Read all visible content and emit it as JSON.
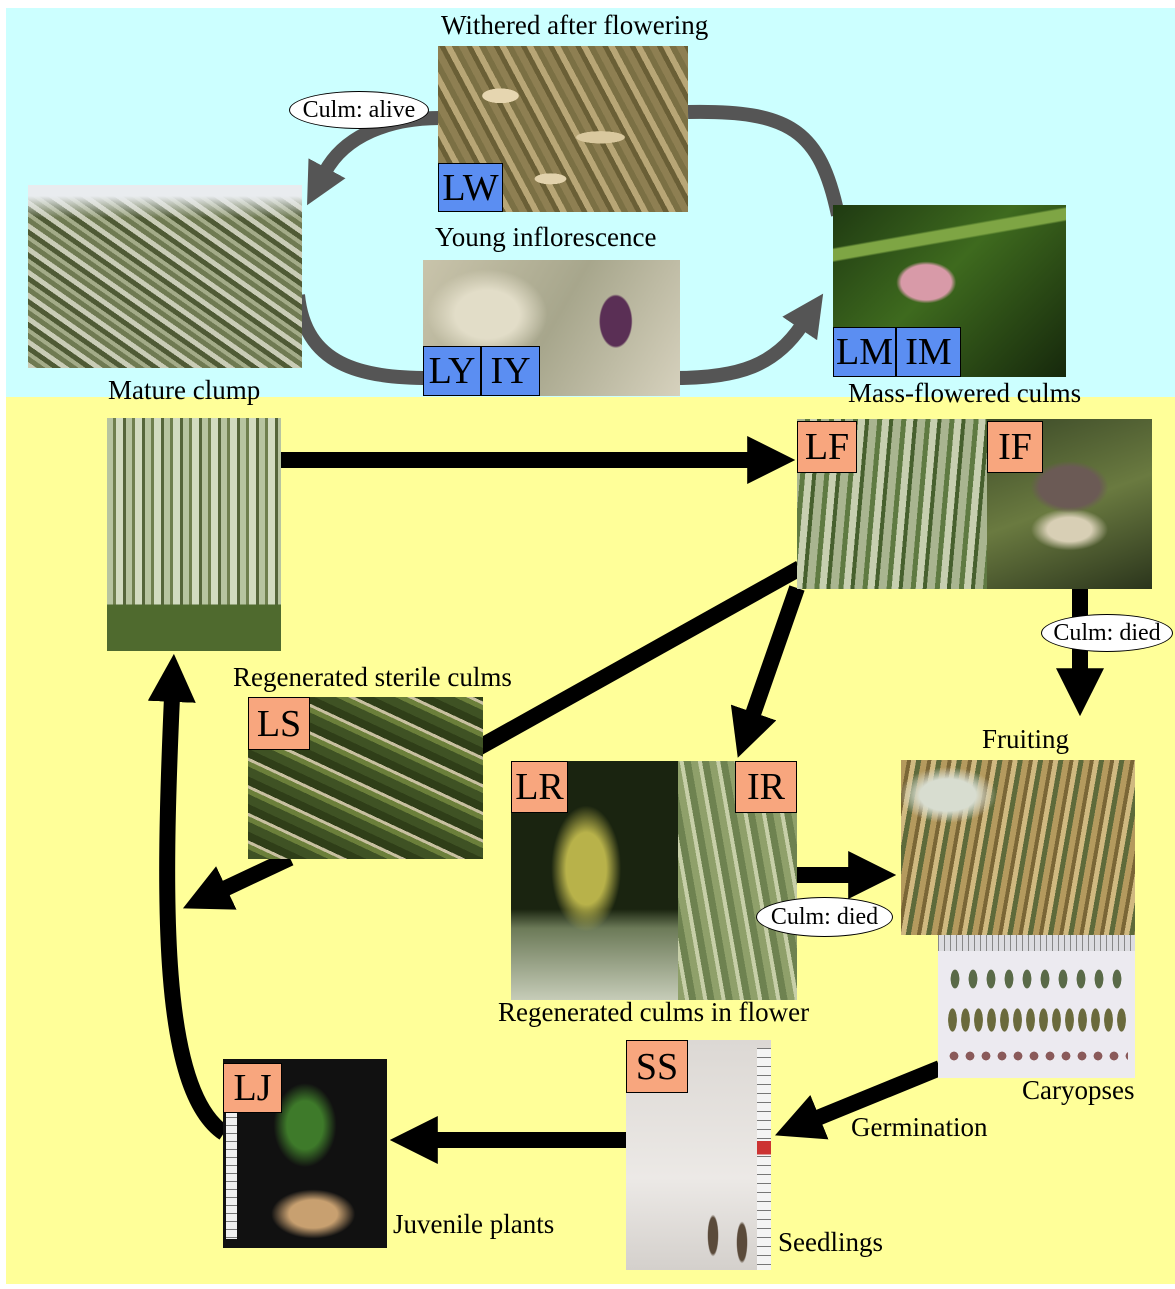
{
  "colors": {
    "top_band": "#ccffff",
    "bottom_band": "#ffff99",
    "code_blue": "#5b8ef2",
    "code_orange": "#f8a67e",
    "arrow_gray": "#555555",
    "arrow_black": "#000000"
  },
  "top_cycle": {
    "withered": {
      "title": "Withered after flowering",
      "code": "LW"
    },
    "culm_alive": "Culm: alive",
    "young_inflorescence": {
      "title": "Young inflorescence",
      "codes": [
        "LY",
        "IY"
      ]
    },
    "mature_clump": {
      "title": "Mature clump"
    },
    "mass_flowered": {
      "title": "Mass-flowered culms",
      "codes": [
        "LM",
        "IM"
      ]
    }
  },
  "bottom_cycle": {
    "mass_flowered_codes": [
      "LF",
      "IF"
    ],
    "culm_died_after_mass_flowering": "Culm: died",
    "regenerated_sterile": {
      "title": "Regenerated sterile culms",
      "code": "LS"
    },
    "fruiting": {
      "title": "Fruiting"
    },
    "regenerated_in_flower": {
      "title": "Regenerated culms in flower",
      "codes": [
        "LR",
        "IR"
      ]
    },
    "culm_died_after_regeneration": "Culm: died",
    "caryopses": {
      "title": "Caryopses"
    },
    "germination": "Germination",
    "seedlings": {
      "title": "Seedlings",
      "code": "SS"
    },
    "juvenile": {
      "title": "Juvenile plants",
      "code": "LJ"
    }
  }
}
